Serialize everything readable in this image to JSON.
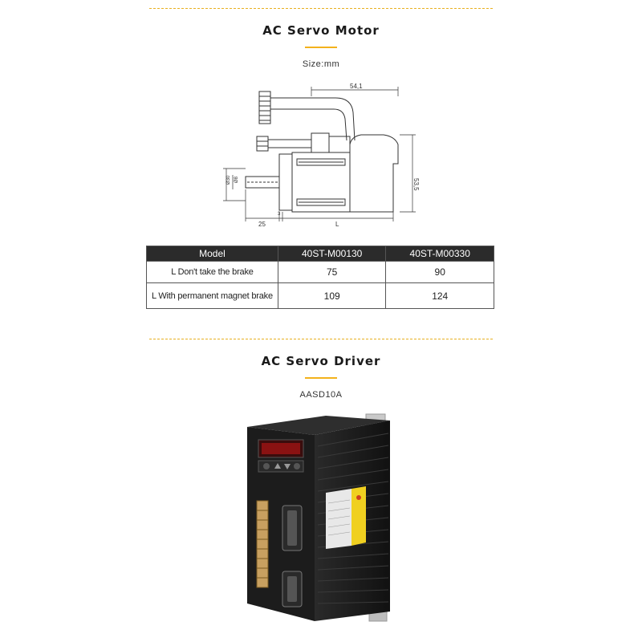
{
  "motor_section": {
    "title": "AC Servo Motor",
    "size_label": "Size:mm",
    "dimensions": {
      "top_width": "54,1",
      "height": "53,5",
      "shaft_length": "25",
      "flange_gap": "3",
      "body_length": "L",
      "shaft_dia": "Ø30",
      "shaft_dia_2": "Ø8"
    }
  },
  "spec_table": {
    "headers": [
      "Model",
      "40ST-M00130",
      "40ST-M00330"
    ],
    "rows": [
      [
        "L Don't take the brake",
        "75",
        "90"
      ],
      [
        "L With permanent magnet brake",
        "109",
        "124"
      ]
    ]
  },
  "driver_section": {
    "title": "AC Servo Driver",
    "model": "AASD10A"
  },
  "colors": {
    "accent": "#f3b21b",
    "table_header": "#2b2b2b",
    "drawing_line": "#333333",
    "driver_body": "#1c1c1c"
  }
}
